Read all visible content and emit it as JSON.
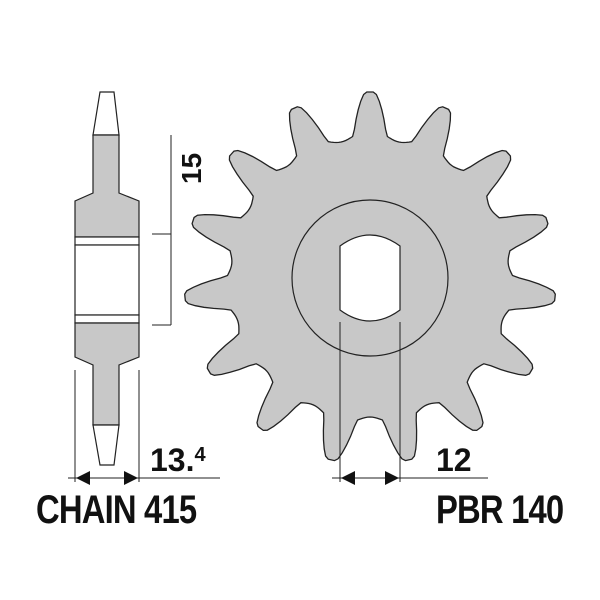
{
  "labels": {
    "chain": "CHAIN 415",
    "part_number": "PBR 140"
  },
  "dimensions": {
    "width_mm": "13.4",
    "width_main": "13.",
    "width_sup": "4",
    "teeth": "15",
    "bore_flat": "12"
  },
  "colors": {
    "fill": "#c8c8c8",
    "stroke": "#222222",
    "text": "#111111"
  }
}
